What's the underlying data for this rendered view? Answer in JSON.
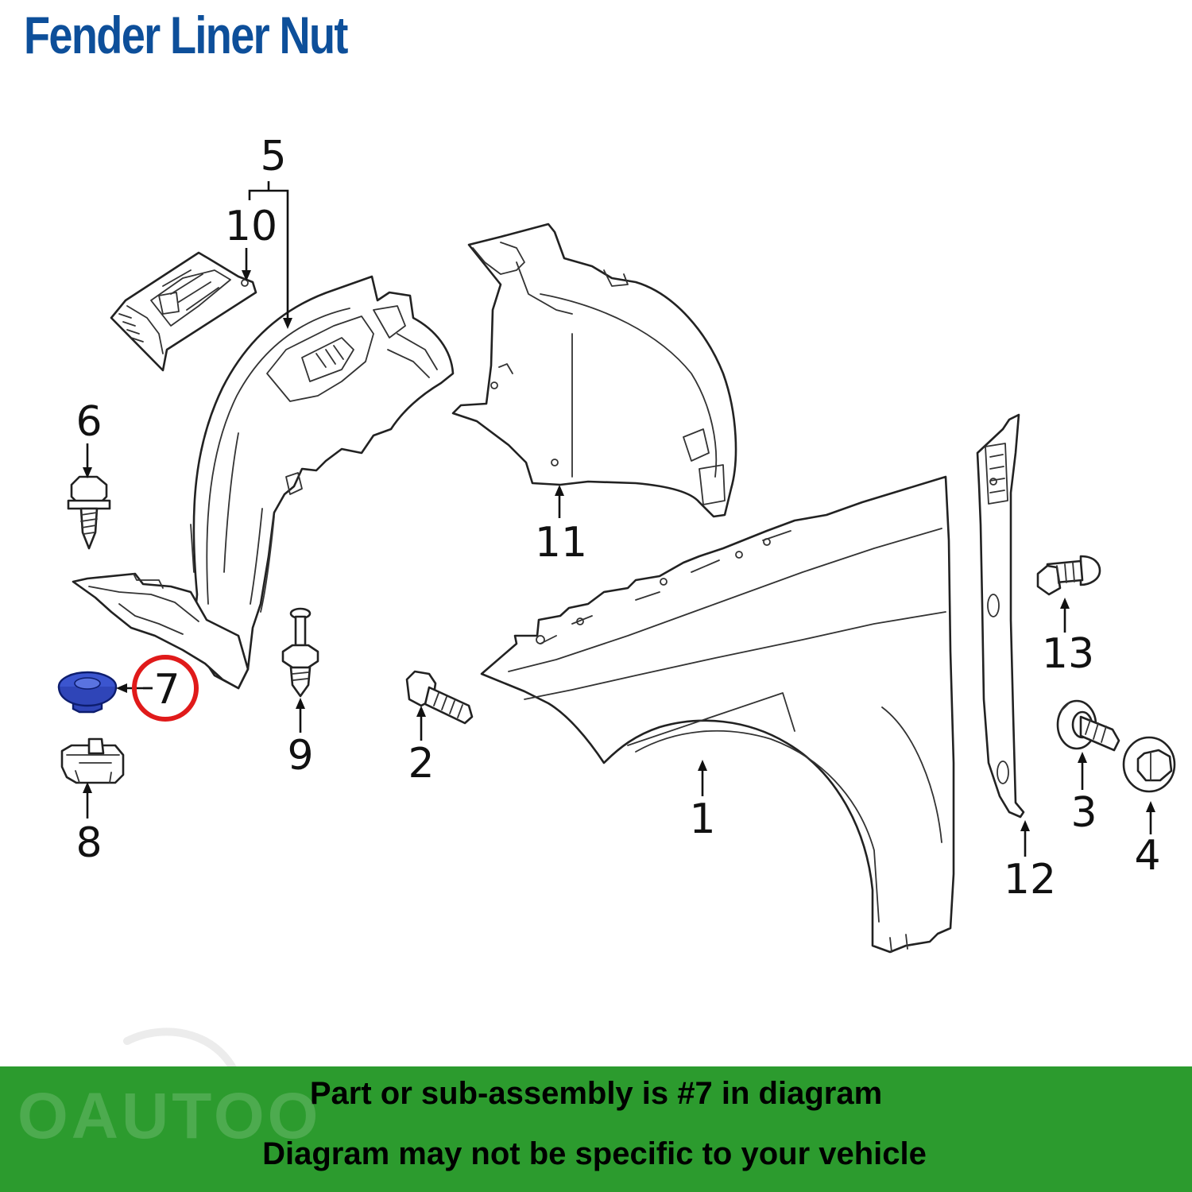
{
  "title": "Fender Liner Nut",
  "callouts": [
    {
      "id": "1",
      "label": "1"
    },
    {
      "id": "2",
      "label": "2"
    },
    {
      "id": "3",
      "label": "3"
    },
    {
      "id": "4",
      "label": "4"
    },
    {
      "id": "5",
      "label": "5"
    },
    {
      "id": "6",
      "label": "6"
    },
    {
      "id": "7",
      "label": "7"
    },
    {
      "id": "8",
      "label": "8"
    },
    {
      "id": "9",
      "label": "9"
    },
    {
      "id": "10",
      "label": "10"
    },
    {
      "id": "11",
      "label": "11"
    },
    {
      "id": "12",
      "label": "12"
    },
    {
      "id": "13",
      "label": "13"
    }
  ],
  "highlight": {
    "callout": "7",
    "ring_color": "#e01a1a",
    "part_color": "#2f45b8"
  },
  "banner": {
    "line1": "Part or sub-assembly is #7 in diagram",
    "line2": "Diagram may not be specific to your vehicle",
    "color": "#2c9b2e"
  },
  "watermark": "OAUTOO",
  "colors": {
    "title": "#0d4f9a",
    "line": "#222222"
  }
}
